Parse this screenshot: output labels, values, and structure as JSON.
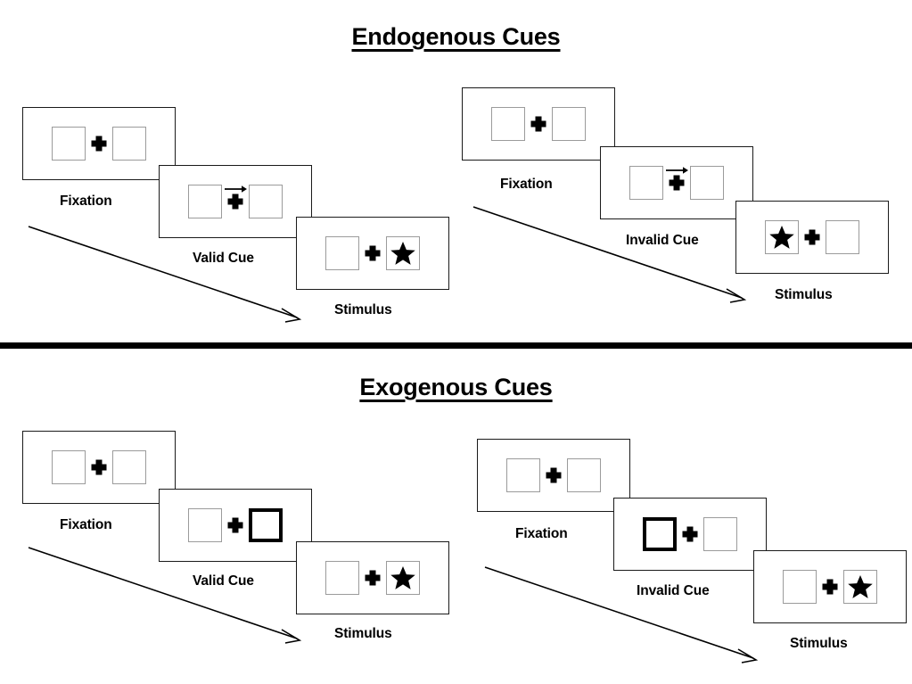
{
  "figure": {
    "title_endogenous": "Endogenous Cues",
    "title_exogenous": "Exogenous Cues",
    "colors": {
      "frame_border": "#1a1a1a",
      "box_border": "#9b9b9b",
      "cued_box_border": "#000000",
      "ink": "#000000",
      "background": "#ffffff"
    }
  },
  "sections": [
    {
      "id": "endogenous",
      "title": "Endogenous Cues",
      "cue_type": "arrow",
      "columns": [
        {
          "id": "endogenous-valid",
          "panels": [
            {
              "caption": "Fixation",
              "left_box": "empty",
              "right_box": "empty",
              "cue": "none",
              "cue_side": "none"
            },
            {
              "caption": "Valid Cue",
              "left_box": "empty",
              "right_box": "empty",
              "cue": "arrow-right",
              "cue_side": "right"
            },
            {
              "caption": "Stimulus",
              "left_box": "empty",
              "right_box": "star",
              "cue": "none",
              "cue_side": "none"
            }
          ]
        },
        {
          "id": "endogenous-invalid",
          "panels": [
            {
              "caption": "Fixation",
              "left_box": "empty",
              "right_box": "empty",
              "cue": "none",
              "cue_side": "none"
            },
            {
              "caption": "Invalid Cue",
              "left_box": "empty",
              "right_box": "empty",
              "cue": "arrow-right",
              "cue_side": "right"
            },
            {
              "caption": "Stimulus",
              "left_box": "star",
              "right_box": "empty",
              "cue": "none",
              "cue_side": "none"
            }
          ]
        }
      ]
    },
    {
      "id": "exogenous",
      "title": "Exogenous Cues",
      "cue_type": "box-highlight",
      "columns": [
        {
          "id": "exogenous-valid",
          "panels": [
            {
              "caption": "Fixation",
              "left_box": "empty",
              "right_box": "empty",
              "cue": "none",
              "cue_side": "none"
            },
            {
              "caption": "Valid Cue",
              "left_box": "empty",
              "right_box": "cued",
              "cue": "box-highlight",
              "cue_side": "right"
            },
            {
              "caption": "Stimulus",
              "left_box": "empty",
              "right_box": "star",
              "cue": "none",
              "cue_side": "none"
            }
          ]
        },
        {
          "id": "exogenous-invalid",
          "panels": [
            {
              "caption": "Fixation",
              "left_box": "empty",
              "right_box": "empty",
              "cue": "none",
              "cue_side": "none"
            },
            {
              "caption": "Invalid Cue",
              "left_box": "cued",
              "right_box": "empty",
              "cue": "box-highlight",
              "cue_side": "left"
            },
            {
              "caption": "Stimulus",
              "left_box": "empty",
              "right_box": "star",
              "cue": "none",
              "cue_side": "none"
            }
          ]
        }
      ]
    }
  ],
  "icons": {
    "fixation_cross": "plus-icon",
    "target": "star-icon",
    "cue_arrow": "arrow-right-icon",
    "time_arrow": "time-arrow-icon"
  }
}
